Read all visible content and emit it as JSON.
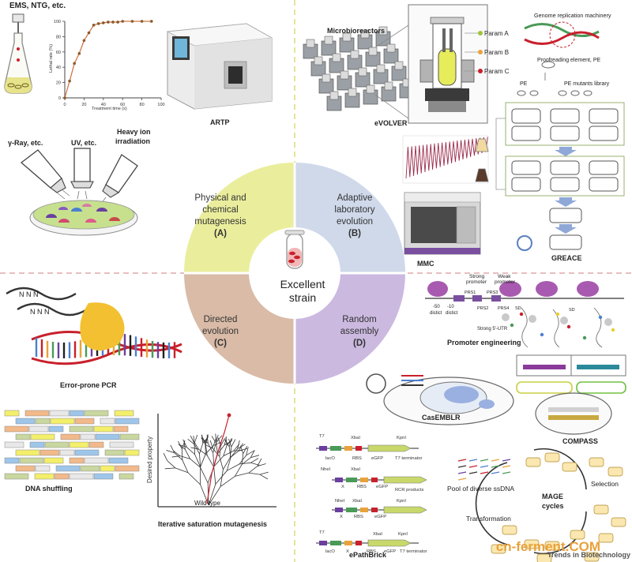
{
  "center": {
    "line1": "Excellent",
    "line2": "strain"
  },
  "quadrants": {
    "a": {
      "l1": "Physical and",
      "l2": "chemical",
      "l3": "mutagenesis",
      "tag": "(A)",
      "color": "#eaee9c"
    },
    "b": {
      "l1": "Adaptive",
      "l2": "laboratory",
      "l3": "evolution",
      "tag": "(B)",
      "color": "#cfd9ea"
    },
    "c": {
      "l1": "Directed",
      "l2": "evolution",
      "tag": "(C)",
      "color": "#d9bba7"
    },
    "d": {
      "l1": "Random",
      "l2": "assembly",
      "tag": "(D)",
      "color": "#cbb9e0"
    }
  },
  "top_left": {
    "ems": "EMS, NTG, etc.",
    "y_axis": "Lethal rate (%)",
    "x_axis": "Treatment time (s)",
    "y_ticks": [
      "100",
      "80",
      "60",
      "40",
      "20",
      "0"
    ],
    "x_ticks": [
      "0",
      "20",
      "40",
      "60",
      "80",
      "100"
    ],
    "artp": "ARTP",
    "ray": "γ-Ray, etc.",
    "uv": "UV, etc.",
    "heavy1": "Heavy ion",
    "heavy2": "irradiation"
  },
  "lethal_curve": {
    "type": "line",
    "x": [
      0,
      5,
      10,
      15,
      20,
      25,
      30,
      35,
      40,
      45,
      50,
      55,
      60,
      70,
      80,
      90
    ],
    "y": [
      0,
      22,
      45,
      58,
      75,
      85,
      95,
      97,
      98,
      99,
      99,
      99,
      100,
      100,
      100,
      100
    ],
    "xlim": [
      0,
      100
    ],
    "ylim": [
      0,
      100
    ]
  },
  "top_right": {
    "micro": "Microbioreactors",
    "param_a": "Param A",
    "param_b": "Param B",
    "param_c": "Param C",
    "evolver": "eVOLVER",
    "mmc": "MMC",
    "genome": "Genome replication machinery",
    "proof": "Proofreading element, PE",
    "pe": "PE",
    "pe_lib": "PE mutants library",
    "greace": "GREACE"
  },
  "bottom_left": {
    "nnn": "N N N",
    "ep_pcr": "Error-prone PCR",
    "shuffling": "DNA shuffling",
    "desired": "Desired property",
    "wild": "Wild type",
    "ism": "Iterative saturation mutagenesis"
  },
  "bottom_right": {
    "strong": "Strong",
    "promoter": "promoter",
    "weak": "Weak",
    "weak_promoter": "promoter",
    "d50": "-50",
    "d10": "-10",
    "distict": "distict",
    "prs1": "PRS1",
    "prs2": "PRS2",
    "prs3": "PRS3",
    "prs4": "PRS4",
    "sd": "SD",
    "strong_utr": "Strong 5'-UTR",
    "promoter_eng": "Promoter engineering",
    "casemblr": "CasEMBLR",
    "compass": "COMPASS",
    "t7": "T7",
    "xbai": "XbaI",
    "kpni": "KpnI",
    "laco": "lacO",
    "rbs": "RBS",
    "egfp": "eGFP",
    "t7term": "T7 terminator",
    "nhei": "NheI",
    "rcr": "RCR products",
    "x": "X",
    "epath": "ePathBrick",
    "pool": "Pool of diverse ssDNA",
    "transformation": "Transformation",
    "selection": "Selection",
    "mage1": "MAGE",
    "mage2": "cycles"
  },
  "watermark": {
    "brand": "cn-ferment",
    "dot": ".",
    "com": "COM",
    "journal": "Trends in Biotechnology"
  },
  "colors": {
    "accent": "#e8a23a",
    "red": "#c8202c",
    "arrow_blue": "#8fa8d8"
  }
}
